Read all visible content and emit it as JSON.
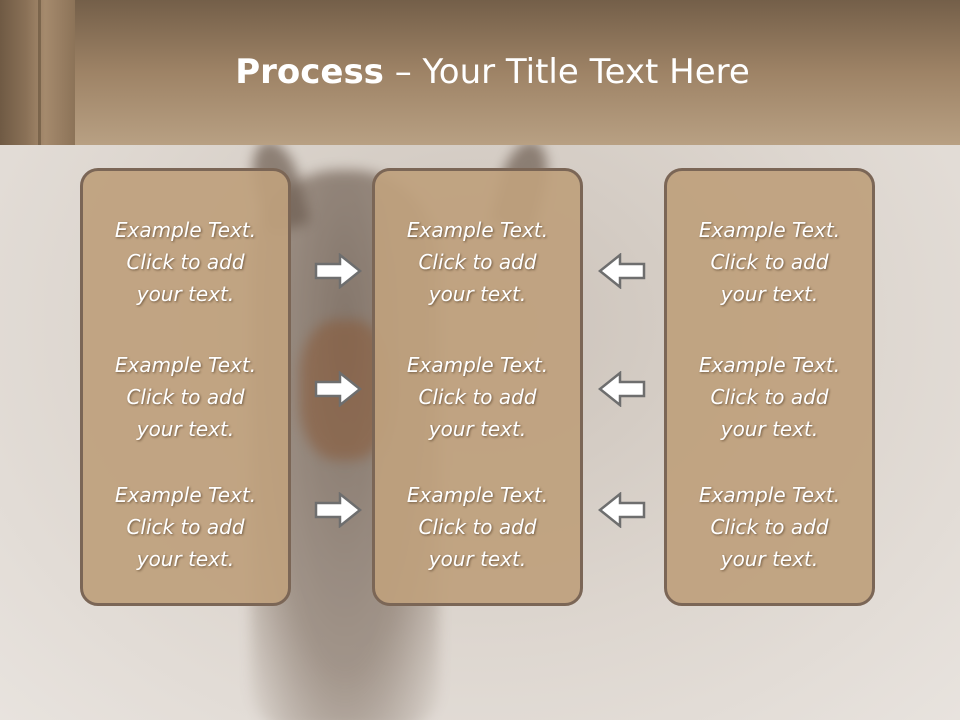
{
  "title": {
    "bold": "Process",
    "rest": " – Your Title Text Here"
  },
  "columns": {
    "left": [
      {
        "line1": "Example Text.",
        "line2": "Click  to add",
        "line3": "your text."
      },
      {
        "line1": "Example Text.",
        "line2": "Click  to add",
        "line3": "your text."
      },
      {
        "line1": "Example Text.",
        "line2": "Click  to add",
        "line3": "your text."
      }
    ],
    "center": [
      {
        "line1": "Example Text.",
        "line2": "Click  to add",
        "line3": "your text."
      },
      {
        "line1": "Example Text.",
        "line2": "Click  to add",
        "line3": "your text."
      },
      {
        "line1": "Example Text.",
        "line2": "Click  to add",
        "line3": "your text."
      }
    ],
    "right": [
      {
        "line1": "Example Text.",
        "line2": "Click  to add",
        "line3": "your text."
      },
      {
        "line1": "Example Text.",
        "line2": "Click  to add",
        "line3": "your text."
      },
      {
        "line1": "Example Text.",
        "line2": "Click  to add",
        "line3": "your text."
      }
    ]
  },
  "arrows": {
    "left_to_center": [
      "arrow-right-icon",
      "arrow-right-icon",
      "arrow-right-icon"
    ],
    "right_to_center": [
      "arrow-left-icon",
      "arrow-left-icon",
      "arrow-left-icon"
    ]
  },
  "colors": {
    "header": "#9e8366",
    "box_fill": "#bea07d",
    "box_border": "#7b6656",
    "text": "#ffffff"
  }
}
